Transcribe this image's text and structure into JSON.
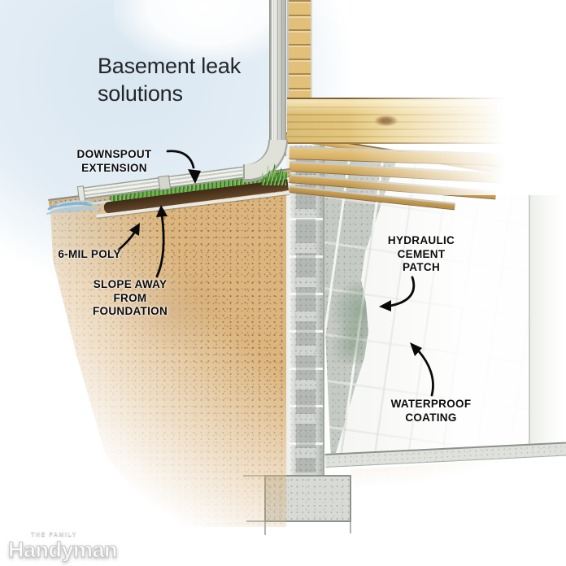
{
  "title": {
    "lines": [
      "Basement leak",
      "solutions"
    ]
  },
  "callouts": {
    "downspout_extension": {
      "lines": [
        "DOWNSPOUT",
        "EXTENSION"
      ]
    },
    "six_mil_poly": {
      "lines": [
        "6-MIL POLY"
      ]
    },
    "slope_away": {
      "lines": [
        "SLOPE AWAY",
        "FROM",
        "FOUNDATION"
      ]
    },
    "hydraulic_cement": {
      "lines": [
        "HYDRAULIC",
        "CEMENT",
        "PATCH"
      ]
    },
    "waterproof_coating": {
      "lines": [
        "WATERPROOF",
        "COATING"
      ]
    }
  },
  "watermark": {
    "tagline": "THE FAMILY",
    "brand": "Handyman"
  },
  "palette": {
    "sky": "#dde9f2",
    "soil_sand": "#dcb57e",
    "topsoil": "#3e2a15",
    "grass": "#6fae4c",
    "block_gray": "#c6cac5",
    "coating_white": "#f2f4f0",
    "wood": "#ead087",
    "water": "#8ebbd8",
    "stain": "#6a8a6e",
    "label_text": "#0c0c0c"
  }
}
